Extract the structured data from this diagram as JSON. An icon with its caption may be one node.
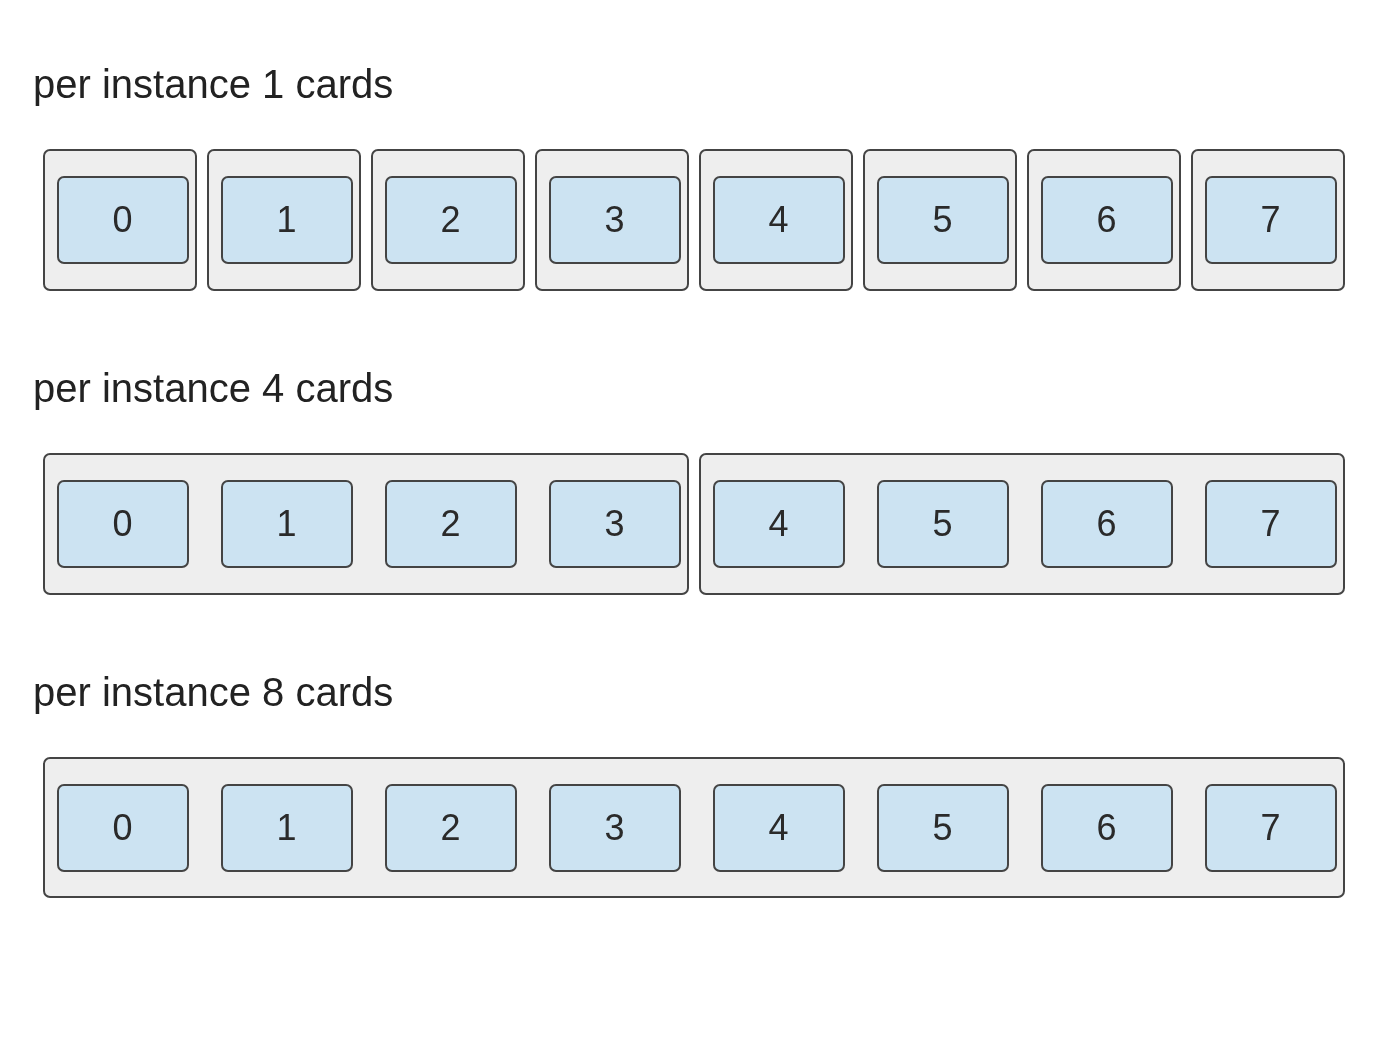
{
  "diagram": {
    "nodes": [
      {
        "text": [],
        "shape": "box"
      },
      {
        "text": [
          "0"
        ],
        "in": 0
      },
      {
        "text": [],
        "shape": "box"
      },
      {
        "text": [
          "1"
        ],
        "in": 2
      },
      {
        "text": [],
        "shape": "box"
      },
      {
        "text": [
          "2"
        ],
        "in": 4
      },
      {
        "text": [],
        "shape": "box"
      },
      {
        "text": [
          "3"
        ],
        "in": 6
      },
      {
        "text": [],
        "shape": "box"
      },
      {
        "text": [
          "4"
        ],
        "in": 8
      },
      {
        "text": [],
        "shape": "box"
      },
      {
        "text": [
          "5"
        ],
        "in": 10
      },
      {
        "text": [],
        "shape": "box"
      },
      {
        "text": [
          "6"
        ],
        "in": 12
      },
      {
        "text": [],
        "shape": "box"
      },
      {
        "text": [
          "7"
        ],
        "in": 14
      },
      {
        "text": [],
        "shape": "box"
      },
      {
        "text": [
          "0"
        ],
        "in": 16
      },
      {
        "text": [
          "1"
        ],
        "in": 16
      },
      {
        "text": [
          "2"
        ],
        "in": 16
      },
      {
        "text": [
          "3"
        ],
        "in": 16
      },
      {
        "text": [],
        "shape": "box"
      },
      {
        "text": [
          "4"
        ],
        "in": 21
      },
      {
        "text": [
          "5"
        ],
        "in": 21
      },
      {
        "text": [
          "6"
        ],
        "in": 21
      },
      {
        "text": [
          "7"
        ],
        "in": 21
      },
      {
        "text": [],
        "shape": "box"
      },
      {
        "text": [
          "0"
        ],
        "in": 26
      },
      {
        "text": [
          "1"
        ],
        "in": 26
      },
      {
        "text": [
          "2"
        ],
        "in": 26
      },
      {
        "text": [
          "3"
        ],
        "in": 26
      },
      {
        "text": [
          "4"
        ],
        "in": 26
      },
      {
        "text": [
          "5"
        ],
        "in": 26
      },
      {
        "text": [
          "6"
        ],
        "in": 26
      },
      {
        "text": [
          "7"
        ],
        "in": 26
      }
    ],
    "labels": [
      "per instance 1 cards",
      "per instance 4 cards",
      "per instance 8 cards"
    ]
  }
}
